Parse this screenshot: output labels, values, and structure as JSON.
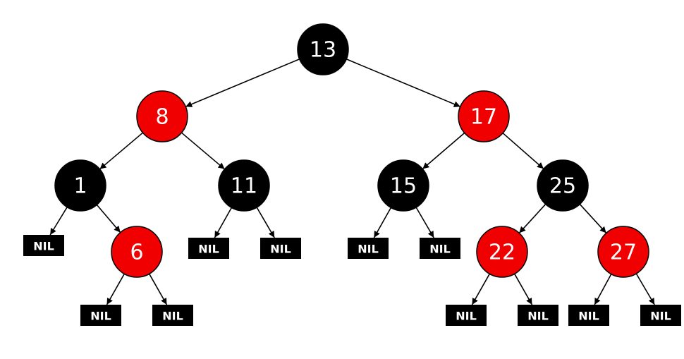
{
  "colors": {
    "black_node": "#000000",
    "red_node": "#f00000",
    "node_outline": "#000000",
    "label": "#ffffff"
  },
  "nodes": [
    {
      "id": "n13",
      "label": "13",
      "color": "black"
    },
    {
      "id": "n8",
      "label": "8",
      "color": "red"
    },
    {
      "id": "n17",
      "label": "17",
      "color": "red"
    },
    {
      "id": "n1",
      "label": "1",
      "color": "black"
    },
    {
      "id": "n11",
      "label": "11",
      "color": "black"
    },
    {
      "id": "n15",
      "label": "15",
      "color": "black"
    },
    {
      "id": "n25",
      "label": "25",
      "color": "black"
    },
    {
      "id": "n6",
      "label": "6",
      "color": "red"
    },
    {
      "id": "n22",
      "label": "22",
      "color": "red"
    },
    {
      "id": "n27",
      "label": "27",
      "color": "red"
    }
  ],
  "nil_leaves": [
    {
      "id": "nil1",
      "label": "NIL",
      "parent": "n1"
    },
    {
      "id": "nil2",
      "label": "NIL",
      "parent": "n6"
    },
    {
      "id": "nil3",
      "label": "NIL",
      "parent": "n6"
    },
    {
      "id": "nil4",
      "label": "NIL",
      "parent": "n11"
    },
    {
      "id": "nil5",
      "label": "NIL",
      "parent": "n11"
    },
    {
      "id": "nil6",
      "label": "NIL",
      "parent": "n15"
    },
    {
      "id": "nil7",
      "label": "NIL",
      "parent": "n15"
    },
    {
      "id": "nil8",
      "label": "NIL",
      "parent": "n22"
    },
    {
      "id": "nil9",
      "label": "NIL",
      "parent": "n22"
    },
    {
      "id": "nil10",
      "label": "NIL",
      "parent": "n27"
    },
    {
      "id": "nil11",
      "label": "NIL",
      "parent": "n27"
    }
  ],
  "edges": [
    {
      "from": "n13",
      "to": "n8"
    },
    {
      "from": "n13",
      "to": "n17"
    },
    {
      "from": "n8",
      "to": "n1"
    },
    {
      "from": "n8",
      "to": "n11"
    },
    {
      "from": "n17",
      "to": "n15"
    },
    {
      "from": "n17",
      "to": "n25"
    },
    {
      "from": "n1",
      "to": "nil1"
    },
    {
      "from": "n1",
      "to": "n6"
    },
    {
      "from": "n6",
      "to": "nil2"
    },
    {
      "from": "n6",
      "to": "nil3"
    },
    {
      "from": "n11",
      "to": "nil4"
    },
    {
      "from": "n11",
      "to": "nil5"
    },
    {
      "from": "n15",
      "to": "nil6"
    },
    {
      "from": "n15",
      "to": "nil7"
    },
    {
      "from": "n25",
      "to": "n22"
    },
    {
      "from": "n25",
      "to": "n27"
    },
    {
      "from": "n22",
      "to": "nil8"
    },
    {
      "from": "n22",
      "to": "nil9"
    },
    {
      "from": "n27",
      "to": "nil10"
    },
    {
      "from": "n27",
      "to": "nil11"
    }
  ]
}
